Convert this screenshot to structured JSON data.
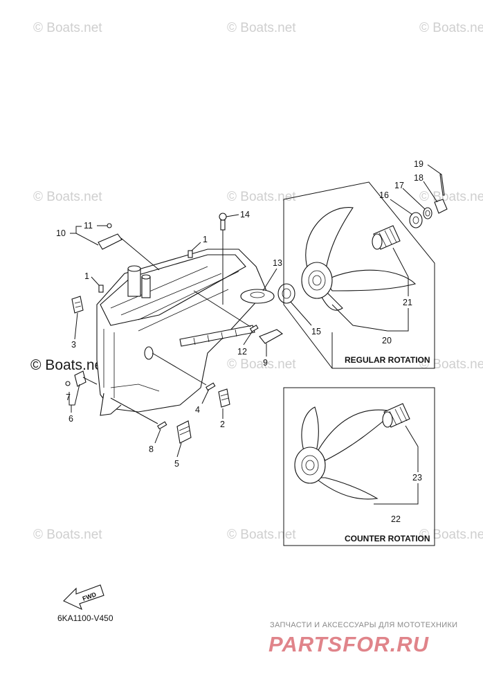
{
  "watermark": "© Boats.net",
  "watermark_large": "© Boats.net",
  "boxes": {
    "regular": "REGULAR ROTATION",
    "counter": "COUNTER ROTATION"
  },
  "callouts": {
    "c1a": "1",
    "c1b": "1",
    "c2": "2",
    "c3": "3",
    "c4": "4",
    "c5": "5",
    "c6": "6",
    "c7": "7",
    "c8": "8",
    "c9": "9",
    "c10": "10",
    "c11": "11",
    "c12": "12",
    "c13": "13",
    "c14": "14",
    "c15": "15",
    "c16": "16",
    "c17": "17",
    "c18": "18",
    "c19": "19",
    "c20": "20",
    "c21": "21",
    "c22": "22",
    "c23": "23"
  },
  "fwd_label": "FWD",
  "diagram_code": "6KA1100-V450",
  "footer": {
    "tagline": "ЗАПЧАСТИ И АКСЕССУАРЫ ДЛЯ МОТОТЕХНИКИ",
    "brand": "PARTSFOR.RU"
  }
}
